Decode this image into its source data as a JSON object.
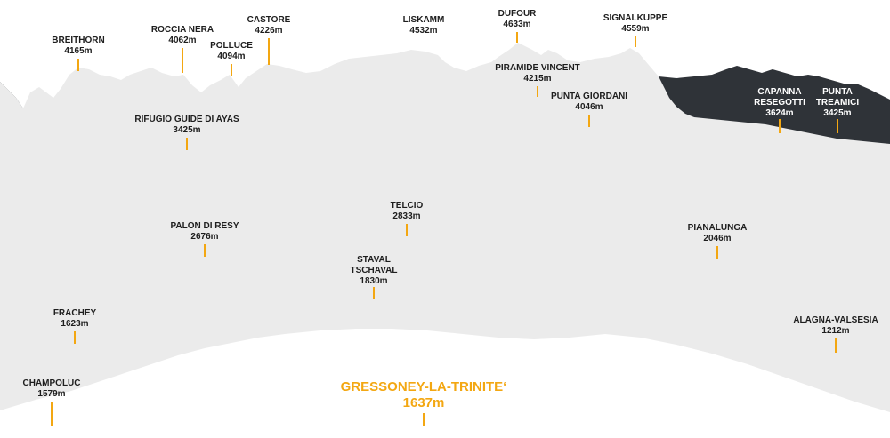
{
  "colors": {
    "sky": "#ffffff",
    "mountain": "#ebebeb",
    "dark_ridge": "#2f3338",
    "valley": "#ffffff",
    "accent": "#f3a712",
    "text": "#1e1e1e"
  },
  "places": [
    {
      "id": "breithorn",
      "name": "BREITHORN",
      "elevation": "4165m"
    },
    {
      "id": "roccia-nera",
      "name": "ROCCIA NERA",
      "elevation": "4062m"
    },
    {
      "id": "polluce",
      "name": "POLLUCE",
      "elevation": "4094m"
    },
    {
      "id": "castore",
      "name": "CASTORE",
      "elevation": "4226m"
    },
    {
      "id": "liskamm",
      "name": "LISKAMM",
      "elevation": "4532m"
    },
    {
      "id": "dufour",
      "name": "DUFOUR",
      "elevation": "4633m"
    },
    {
      "id": "signalkuppe",
      "name": "SIGNALKUPPE",
      "elevation": "4559m"
    },
    {
      "id": "piramide-vincent",
      "name": "PIRAMIDE VINCENT",
      "elevation": "4215m"
    },
    {
      "id": "punta-giordani",
      "name": "PUNTA GIORDANI",
      "elevation": "4046m"
    },
    {
      "id": "capanna-resegotti",
      "name": "CAPANNA RESEGOTTI",
      "elevation": "3624m"
    },
    {
      "id": "punta-treamici",
      "name": "PUNTA TREAMICI",
      "elevation": "3425m"
    },
    {
      "id": "rifugio-guide-di-ayas",
      "name": "RIFUGIO GUIDE DI AYAS",
      "elevation": "3425m"
    },
    {
      "id": "telcio",
      "name": "TELCIO",
      "elevation": "2833m"
    },
    {
      "id": "palon-di-resy",
      "name": "PALON DI RESY",
      "elevation": "2676m"
    },
    {
      "id": "pianalunga",
      "name": "PIANALUNGA",
      "elevation": "2046m"
    },
    {
      "id": "staval-tschaval",
      "name": "STAVAL TSCHAVAL",
      "elevation": "1830m"
    },
    {
      "id": "frachey",
      "name": "FRACHEY",
      "elevation": "1623m"
    },
    {
      "id": "alagna-valsesia",
      "name": "ALAGNA-VALSESIA",
      "elevation": "1212m"
    },
    {
      "id": "champoluc",
      "name": "CHAMPOLUC",
      "elevation": "1579m"
    },
    {
      "id": "gressoney-la-trinite",
      "name": "GRESSONEY-LA-TRINITE‘",
      "elevation": "1637m"
    }
  ]
}
